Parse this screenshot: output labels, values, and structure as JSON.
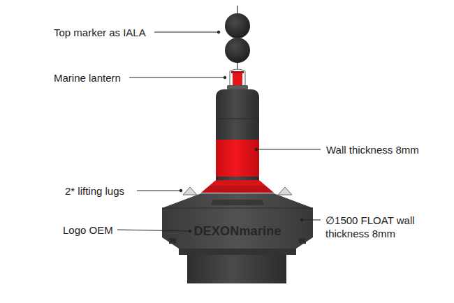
{
  "diagram": {
    "labels": [
      "Top marker as IALA",
      "Marine lantern",
      "Wall thickness 8mm",
      "2* lifting lugs",
      "Logo OEM",
      "∅1500 FLOAT wall thickness 8mm",
      "DEXONmarine"
    ]
  }
}
